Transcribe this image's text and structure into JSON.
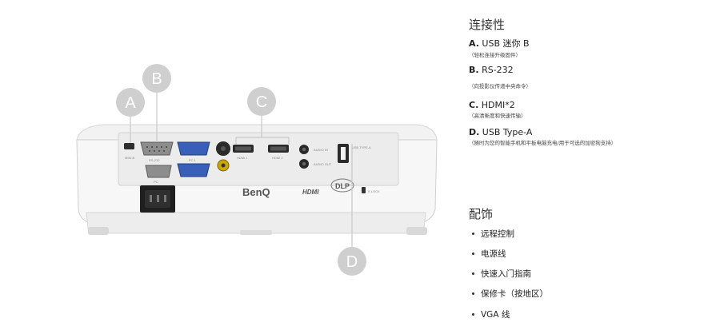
{
  "product": {
    "brand_logo": "BenQ",
    "hdmi_logo": "HDMI",
    "dlp_logo": "DLP",
    "port_labels": [
      "MINI B",
      "RS-232",
      "PC",
      "PC 1",
      "HDMI 1",
      "HDMI 2",
      "AUDIO IN",
      "AUDIO OUT",
      "USB TYPE-A",
      "K LOCK"
    ],
    "markers": [
      {
        "letter": "A"
      },
      {
        "letter": "B"
      },
      {
        "letter": "C"
      },
      {
        "letter": "D"
      }
    ],
    "marker_color": "#cfcfcf",
    "port_blue": "#3a5fb8"
  },
  "connectivity": {
    "title": "连接性",
    "items": [
      {
        "letter": "A.",
        "name": "USB 迷你 B",
        "desc": "（轻松连接升级固件）"
      },
      {
        "letter": "B.",
        "name": "RS-232",
        "desc": "（向投影仪传递中央命令）"
      },
      {
        "letter": "C.",
        "name": "HDMI*2",
        "desc": "（高清晰度和快速传输）"
      },
      {
        "letter": "D.",
        "name": " USB Type-A",
        "desc": "（随时为您的智能手机和平板电脑充电/用于可选的加密狗支持）"
      }
    ]
  },
  "accessories": {
    "title": "配饰",
    "items": [
      "远程控制",
      "电源线",
      "快速入门指南",
      "保修卡（按地区）",
      "VGA 线"
    ]
  }
}
